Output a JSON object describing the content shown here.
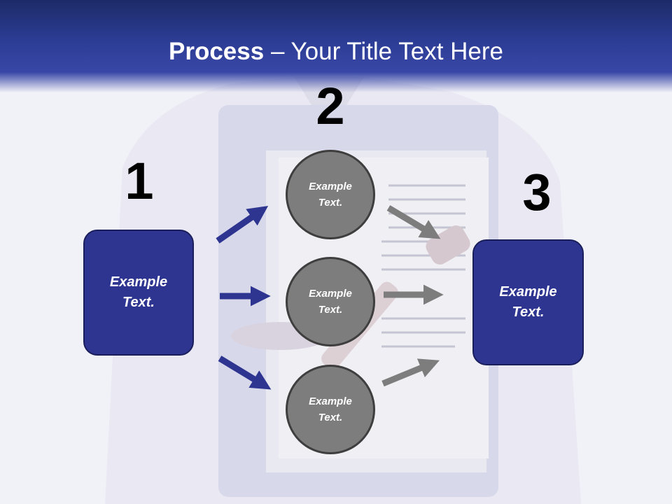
{
  "title": {
    "bold": "Process",
    "rest": " – Your Title Text Here"
  },
  "steps": {
    "one": {
      "number": "1",
      "text_line1": "Example",
      "text_line2": "Text."
    },
    "two": {
      "number": "2",
      "circles": [
        {
          "text_line1": "Example",
          "text_line2": "Text."
        },
        {
          "text_line1": "Example",
          "text_line2": "Text."
        },
        {
          "text_line1": "Example",
          "text_line2": "Text."
        }
      ]
    },
    "three": {
      "number": "3",
      "text_line1": "Example",
      "text_line2": "Text."
    }
  },
  "colors": {
    "header": "#2c3d95",
    "box": "#2e3590",
    "circle": "#7d7d7d",
    "arrow_blue": "#2e3590",
    "arrow_gray": "#7d7d7d"
  }
}
